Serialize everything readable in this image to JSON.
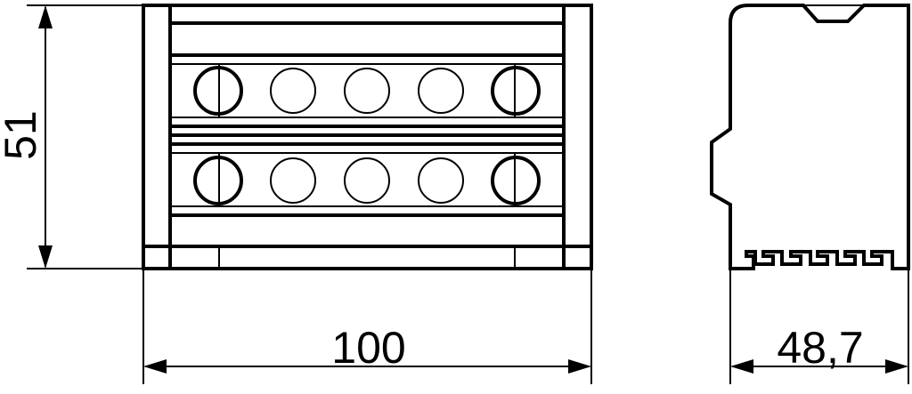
{
  "dimensions": {
    "height": "51",
    "width": "100",
    "depth": "48,7"
  },
  "terminal_block": {
    "rows": 2,
    "holes_per_row": 5
  }
}
